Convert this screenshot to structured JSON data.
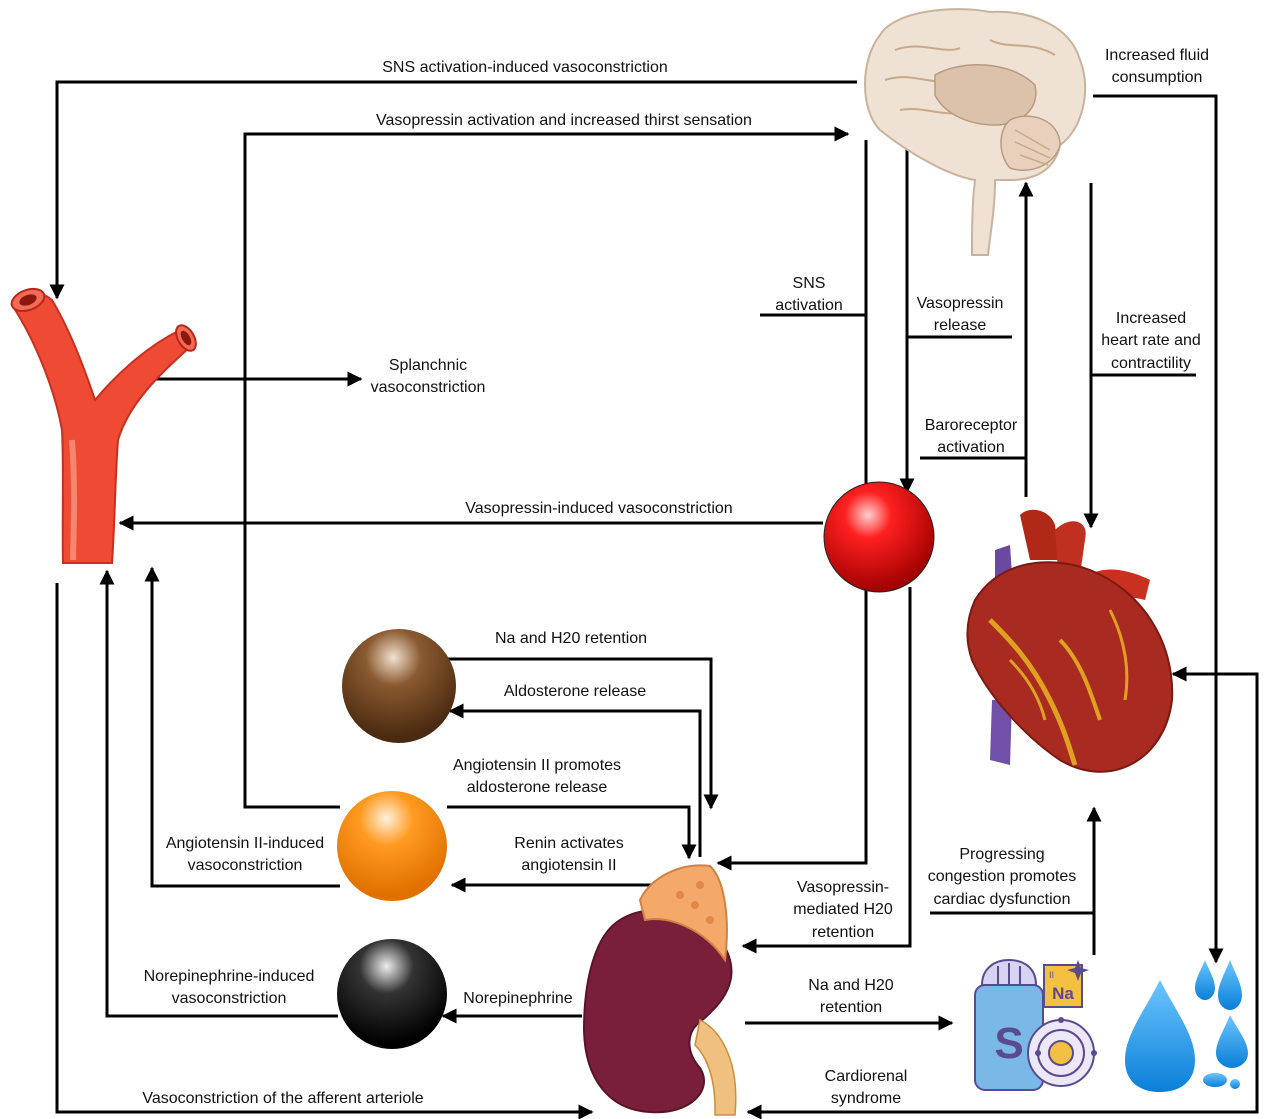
{
  "labels": {
    "sns_vasoconstriction": "SNS activation-induced vasoconstriction",
    "vasopressin_thirst": "Vasopressin activation and increased thirst sensation",
    "increased_fluid_1": "Increased fluid",
    "increased_fluid_2": "consumption",
    "splanchnic_1": "Splanchnic",
    "splanchnic_2": "vasoconstriction",
    "sns_activation_1": "SNS",
    "sns_activation_2": "activation",
    "vasopressin_release_1": "Vasopressin",
    "vasopressin_release_2": "release",
    "heart_rate_1": "Increased",
    "heart_rate_2": "heart rate and",
    "heart_rate_3": "contractility",
    "baroreceptor_1": "Baroreceptor",
    "baroreceptor_2": "activation",
    "vasopressin_vasoconstriction": "Vasopressin-induced vasoconstriction",
    "na_h2o_retention_top": "Na and H20 retention",
    "aldosterone_release": "Aldosterone release",
    "angiotensin_aldosterone_1": "Angiotensin II promotes",
    "angiotensin_aldosterone_2": "aldosterone release",
    "renin_1": "Renin activates",
    "renin_2": "angiotensin II",
    "angiotensin_vasoconstriction_1": "Angiotensin II-induced",
    "angiotensin_vasoconstriction_2": "vasoconstriction",
    "progressing_1": "Progressing",
    "progressing_2": "congestion promotes",
    "progressing_3": "cardiac dysfunction",
    "vasopressin_h2o_1": "Vasopressin-",
    "vasopressin_h2o_2": "mediated H20",
    "vasopressin_h2o_3": "retention",
    "norepinephrine_vasoconstriction_1": "Norepinephrine-induced",
    "norepinephrine_vasoconstriction_2": "vasoconstriction",
    "norepinephrine": "Norepinephrine",
    "na_h2o_retention_bottom_1": "Na and H20",
    "na_h2o_retention_bottom_2": "retention",
    "cardiorenal_1": "Cardiorenal",
    "cardiorenal_2": "syndrome",
    "afferent_arteriole": "Vasoconstriction of the afferent arteriole"
  },
  "salt_letter": "S",
  "na_symbol": "Na",
  "na_superscript": "II",
  "colors": {
    "artery": "#ef4a33",
    "vasopressin_node": "#e00000",
    "aldosterone_node": "#6b3e1f",
    "angiotensin_node": "#ff8a00",
    "norepinephrine_node": "#111111",
    "kidney": "#7a1f3a",
    "adrenal": "#f4a96a",
    "water": "#1e90e0",
    "salt_shaker": "#7ab8e8",
    "heart": "#a82a20",
    "brain": "#efe2d4"
  },
  "icons": [
    "artery-icon",
    "brain-icon",
    "heart-icon",
    "kidney-icon",
    "salt-shaker-icon",
    "sodium-atom-icon",
    "water-drops-icon"
  ]
}
